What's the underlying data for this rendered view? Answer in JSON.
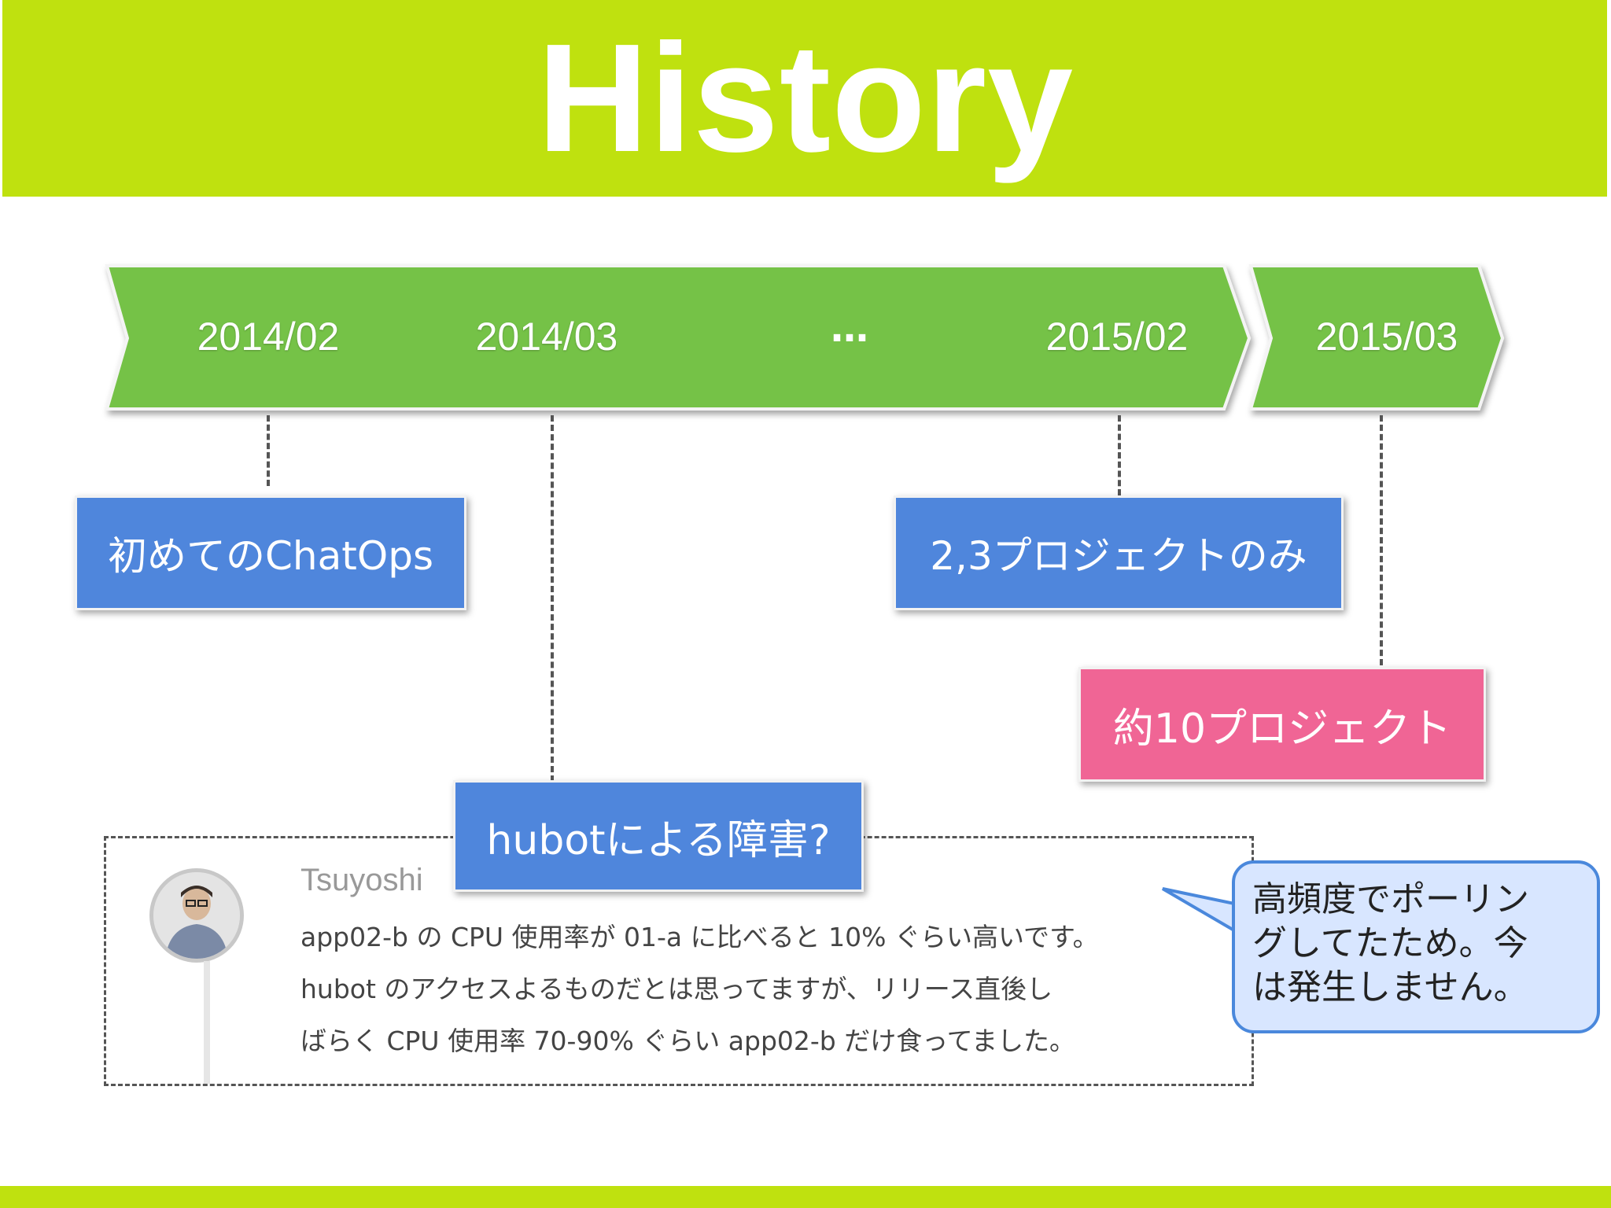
{
  "slide": {
    "title": "History"
  },
  "timeline": {
    "dates": [
      "2014/02",
      "2014/03",
      "2015/02",
      "2015/03"
    ],
    "ellipsis": "…",
    "colors": {
      "band": "#74c246",
      "header": "#bfe10f"
    }
  },
  "events": {
    "first_chatops": "初めてのChatOps",
    "hubot_issue": "hubotによる障害?",
    "few_projects": "2,3プロジェクトのみ",
    "ten_projects": "約10プロジェクト"
  },
  "tweet": {
    "author": "Tsuyoshi",
    "lines": [
      "app02-b の CPU 使用率が 01-a に比べると 10% ぐらい高いです。",
      "hubot のアクセスよるものだとは思ってますが、リリース直後し",
      "ばらく CPU 使用率 70-90% ぐらい app02-b だけ食ってました。"
    ]
  },
  "callout": {
    "lines": [
      "高頻度でポーリン",
      "グしてたため。今",
      "は発生しません。"
    ]
  }
}
